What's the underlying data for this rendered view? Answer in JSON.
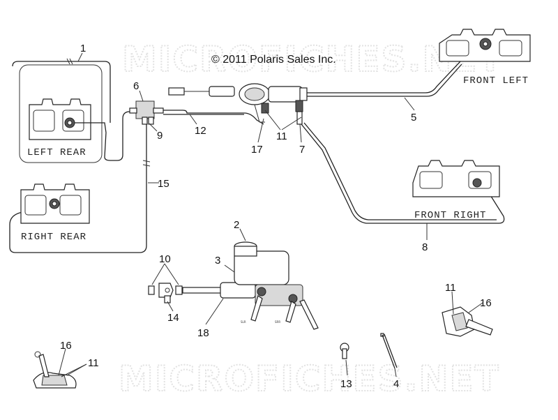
{
  "copyright": "© 2011 Polaris Sales Inc.",
  "watermarks": [
    "MICROFICHES.NET",
    "MICROFICHES.NET"
  ],
  "caliper_labels": {
    "left_rear": "LEFT REAR",
    "right_rear": "RIGHT REAR",
    "front_left": "FRONT LEFT",
    "front_right": "FRONT RIGHT"
  },
  "callouts": [
    "1",
    "2",
    "3",
    "4",
    "5",
    "6",
    "7",
    "8",
    "9",
    "10",
    "11",
    "11",
    "11",
    "12",
    "13",
    "14",
    "15",
    "16",
    "16",
    "17",
    "18"
  ]
}
